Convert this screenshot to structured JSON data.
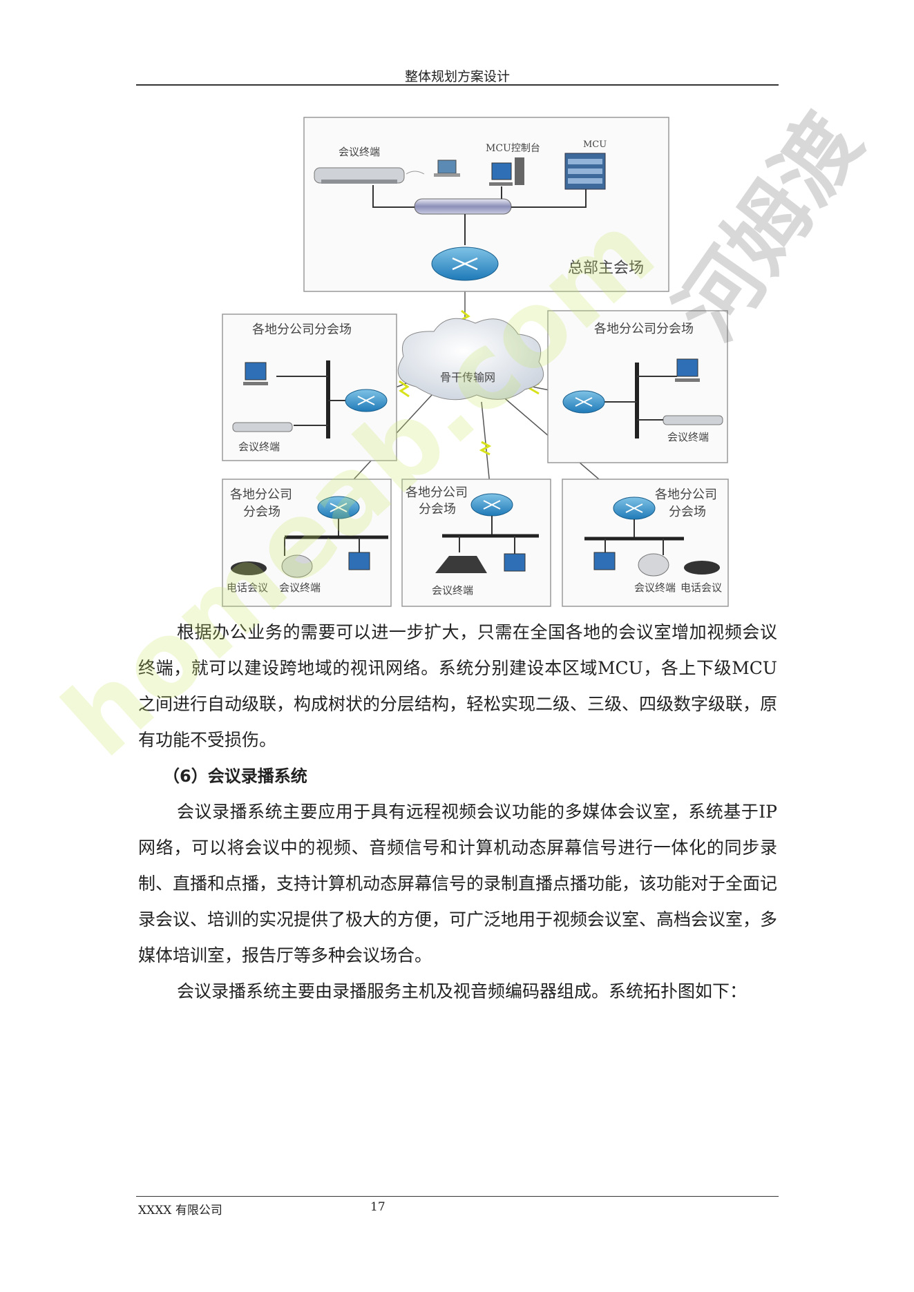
{
  "header": {
    "title": "整体规划方案设计"
  },
  "diagram": {
    "hq_title": "总部主会场",
    "hq_terminal": "会议终端",
    "hq_console": "MCU控制台",
    "hq_mcu": "MCU",
    "cloud": "骨干传输网",
    "branch_top_left_title": "各地分公司分会场",
    "branch_top_left_terminal": "会议终端",
    "branch_top_right_title": "各地分公司分会场",
    "branch_top_right_terminal": "会议终端",
    "branch_bl_title_1": "各地分公司",
    "branch_bl_title_2": "分会场",
    "branch_bl_phone": "电话会议",
    "branch_bl_terminal": "会议终端",
    "branch_bm_title_1": "各地分公司",
    "branch_bm_title_2": "分会场",
    "branch_bm_terminal": "会议终端",
    "branch_br_title_1": "各地分公司",
    "branch_br_title_2": "分会场",
    "branch_br_terminal": "会议终端",
    "branch_br_phone": "电话会议"
  },
  "content": {
    "para1": "根据办公业务的需要可以进一步扩大，只需在全国各地的会议室增加视频会议终端，就可以建设跨地域的视讯网络。系统分别建设本区域MCU，各上下级MCU之间进行自动级联，构成树状的分层结构，轻松实现二级、三级、四级数字级联，原有功能不受损伤。",
    "heading": "（6）会议录播系统",
    "para2": "会议录播系统主要应用于具有远程视频会议功能的多媒体会议室，系统基于IP网络，可以将会议中的视频、音频信号和计算机动态屏幕信号进行一体化的同步录制、直播和点播，支持计算机动态屏幕信号的录制直播点播功能，该功能对于全面记录会议、培训的实况提供了极大的方便，可广泛地用于视频会议室、高档会议室，多媒体培训室，报告厅等多种会议场合。",
    "para3": "会议录播系统主要由录播服务主机及视音频编码器组成。系统拓扑图如下："
  },
  "footer": {
    "company": "XXXX 有限公司",
    "page": "17"
  },
  "watermark": {
    "brand": "河姆渡",
    "url": "homeab.com"
  }
}
